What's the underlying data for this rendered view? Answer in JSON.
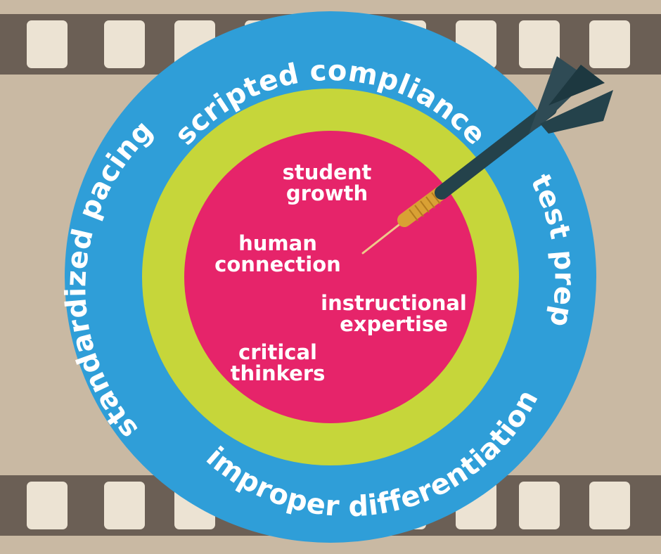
{
  "outer_ring": {
    "top": "scripted compliance",
    "left": "standardized pacing",
    "right": "test prep",
    "bottom": "improper differentiation"
  },
  "bullseye": {
    "student_growth": [
      "student",
      "growth"
    ],
    "human_connection": [
      "human",
      "connection"
    ],
    "instructional_expertise": [
      "instructional",
      "expertise"
    ],
    "critical_thinkers": [
      "critical",
      "thinkers"
    ]
  },
  "colors": {
    "outer_ring": "#2f9ed8",
    "middle_ring": "#c6d63a",
    "center": "#e6246a",
    "film": "#6b5f55",
    "sprocket_hole": "#ece3d3",
    "background": "#c9b9a3",
    "dart_body": "#24424b",
    "dart_grip": "#d9a134"
  },
  "icons": [
    "dart-icon"
  ]
}
